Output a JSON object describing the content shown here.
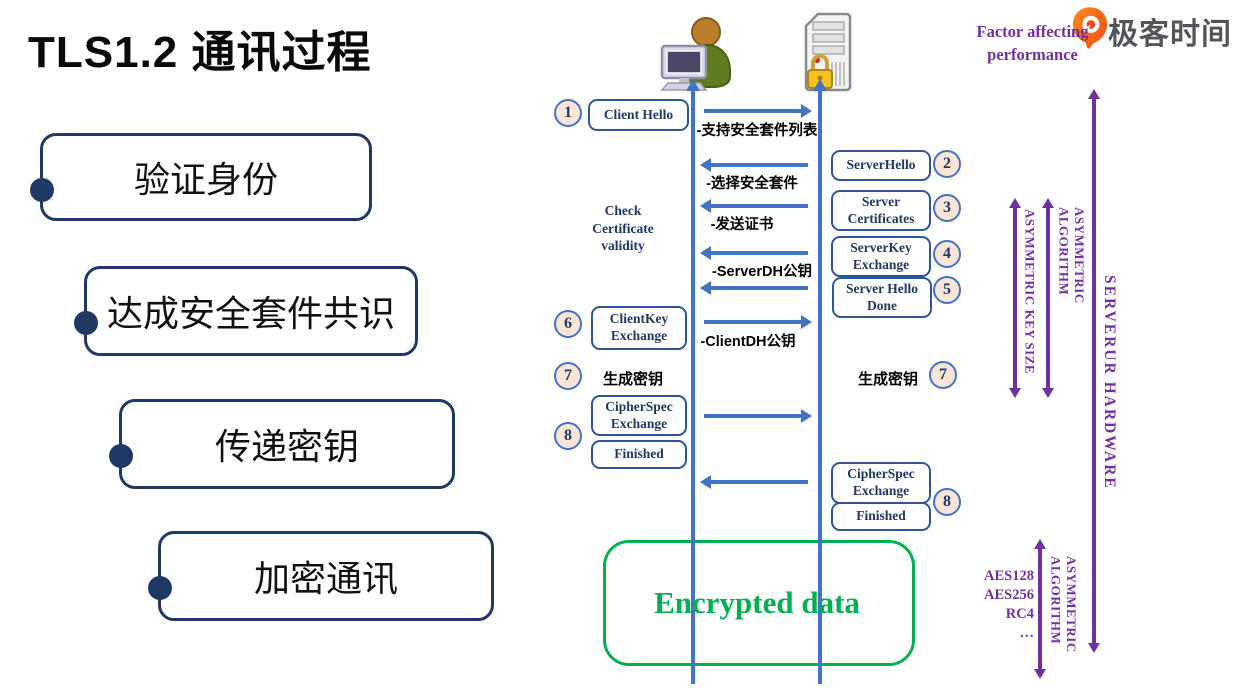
{
  "title": "TLS1.2 通讯过程",
  "brand": {
    "name": "极客时间"
  },
  "left_steps": {
    "s1": "验证身份",
    "s2": "达成安全套件共识",
    "s3": "传递密钥",
    "s4": "加密通讯"
  },
  "numbers": {
    "n1": "1",
    "n2": "2",
    "n3": "3",
    "n4": "4",
    "n5": "5",
    "n6": "6",
    "n7": "7",
    "n8": "8"
  },
  "boxes": {
    "client_hello": "Client Hello",
    "server_hello": "ServerHello",
    "server_certificates": "Server\nCertificates",
    "serverkey_exchange": "ServerKey\nExchange",
    "server_hello_done": "Server Hello\nDone",
    "clientkey_exchange": "ClientKey\nExchange",
    "cipherspec_exchange": "CipherSpec\nExchange",
    "finished": "Finished"
  },
  "messages": {
    "support_suites": "-支持安全套件列表",
    "choose_suite": "-选择安全套件",
    "send_cert": "-发送证书",
    "server_dh": "-ServerDH公钥",
    "client_dh": "-ClientDH公钥"
  },
  "notes": {
    "check_cert": "Check\nCertificate\nvalidity",
    "gen_key": "生成密钥",
    "encrypted_data": "Encrypted data"
  },
  "factors": {
    "heading": "Factor affecting\nperformance",
    "asym_key_size": "ASYMMETRIC KEY SIZE",
    "asym_algorithm": "ASYMMETRIC ALGORITHM",
    "server_hardware": "SERVERUR  HARDWARE",
    "sym_algorithm": "ASYMMETRIC\nALGORITHM",
    "ciphers": "AES128\nAES256\nRC4\n…"
  },
  "colors": {
    "accent_blue": "#4472C4",
    "navy": "#1F3864",
    "purple": "#7030A0",
    "green": "#00B050",
    "circle_fill": "#FBE5D6",
    "brand_orange": "#F4511E"
  }
}
